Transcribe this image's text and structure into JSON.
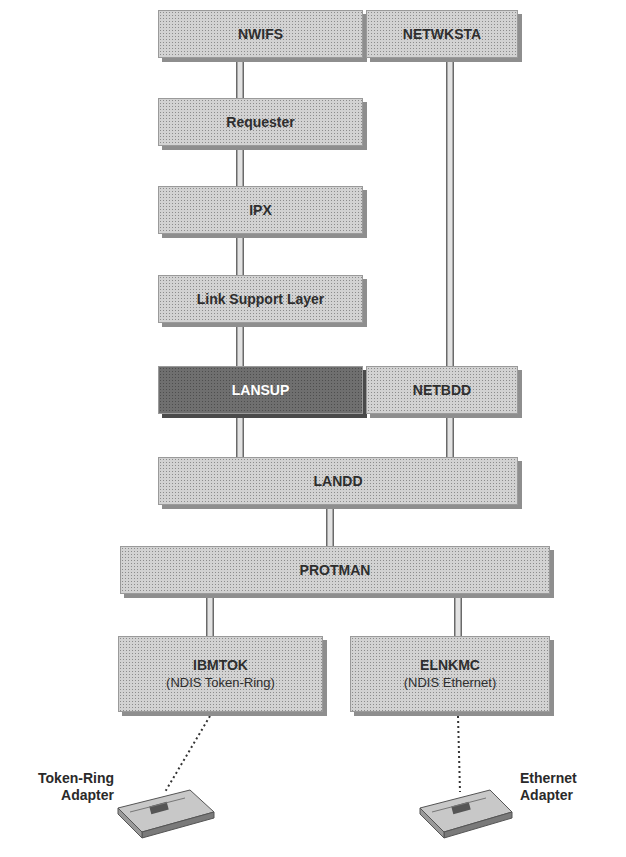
{
  "diagram": {
    "nodes": [
      {
        "text": [
          "NWIFS"
        ]
      },
      {
        "text": [
          "NETWKSTA"
        ]
      },
      {
        "text": [
          "Requester"
        ]
      },
      {
        "text": [
          "IPX"
        ]
      },
      {
        "text": [
          "Link Support Layer"
        ]
      },
      {
        "text": [
          "LANSUP"
        ]
      },
      {
        "text": [
          "NETBDD"
        ]
      },
      {
        "text": [
          "LANDD"
        ]
      },
      {
        "text": [
          "PROTMAN"
        ]
      },
      {
        "text": [
          "IBMTOK",
          "(NDIS Token-Ring)"
        ]
      },
      {
        "text": [
          "ELNKMC",
          "(NDIS Ethernet)"
        ]
      }
    ],
    "edges": [
      {
        "from": 0,
        "to": 2,
        "arrow": "none"
      },
      {
        "from": 2,
        "to": 3,
        "arrow": "none"
      },
      {
        "from": 3,
        "to": 4,
        "arrow": "none"
      },
      {
        "from": 4,
        "to": 5,
        "arrow": "none"
      },
      {
        "from": 1,
        "to": 6,
        "arrow": "none"
      },
      {
        "from": 5,
        "to": 7,
        "arrow": "none"
      },
      {
        "from": 6,
        "to": 7,
        "arrow": "none"
      },
      {
        "from": 7,
        "to": 8,
        "arrow": "none"
      },
      {
        "from": 8,
        "to": 9,
        "arrow": "none"
      },
      {
        "from": 8,
        "to": 10,
        "arrow": "none"
      }
    ],
    "labels": [
      "Token-Ring Adapter",
      "Ethernet Adapter"
    ]
  }
}
